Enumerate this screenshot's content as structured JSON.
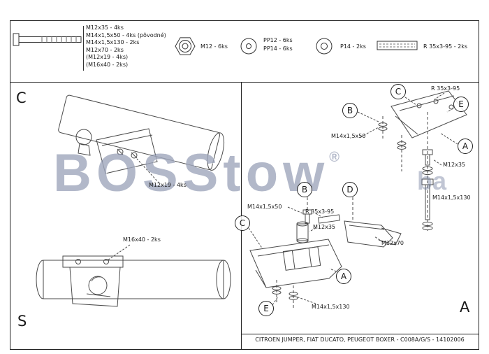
{
  "header": {
    "bolt_items": [
      "M12x35 - 4ks",
      "M14x1,5x50 - 4ks (pôvodné)",
      "M14x1,5x130 - 2ks",
      "M12x70 - 2ks",
      "(M12x19 - 4ks)",
      "(M16x40 - 2ks)"
    ],
    "nut_label": "M12 - 6ks",
    "washer_pp_labels": [
      "PP12 - 6ks",
      "PP14 - 6ks"
    ],
    "washer_p_label": "P14 - 2ks",
    "plate_label": "R 35x3-95 - 2ks"
  },
  "watermark": {
    "text": "BOSStow",
    "reg": "®",
    "partial": "ba"
  },
  "views": {
    "top_left": "C",
    "bottom_left": "S",
    "bottom_right": "A"
  },
  "callouts": {
    "top_b": "B",
    "top_c": "C",
    "top_e": "E",
    "right_a": "A",
    "mid_b": "B",
    "mid_d": "D",
    "left_c": "C",
    "low_a": "A",
    "low_e": "E"
  },
  "labels": {
    "c_bolt": "M12x19 - 4ks",
    "s_bolt": "M16x40 - 2ks",
    "plate_top": "R 35x3-95",
    "m14_50_top": "M14x1,5x50",
    "m12_35_right": "M12x35",
    "m14_130_right": "M14x1,5x130",
    "m14_50_mid": "M14x1,5x50",
    "plate_mid": "R 35x3-95",
    "m12_35_mid": "M12x35",
    "m12_70": "M12x70",
    "m14_130_low": "M14x1,5x130"
  },
  "footer": "CITROEN JUMPER, FIAT DUCATO, PEUGEOT BOXER - C008A/G/S - 14102006",
  "colors": {
    "line": "#3f3f3f",
    "frame": "#222222",
    "watermark": "#6c7698"
  }
}
